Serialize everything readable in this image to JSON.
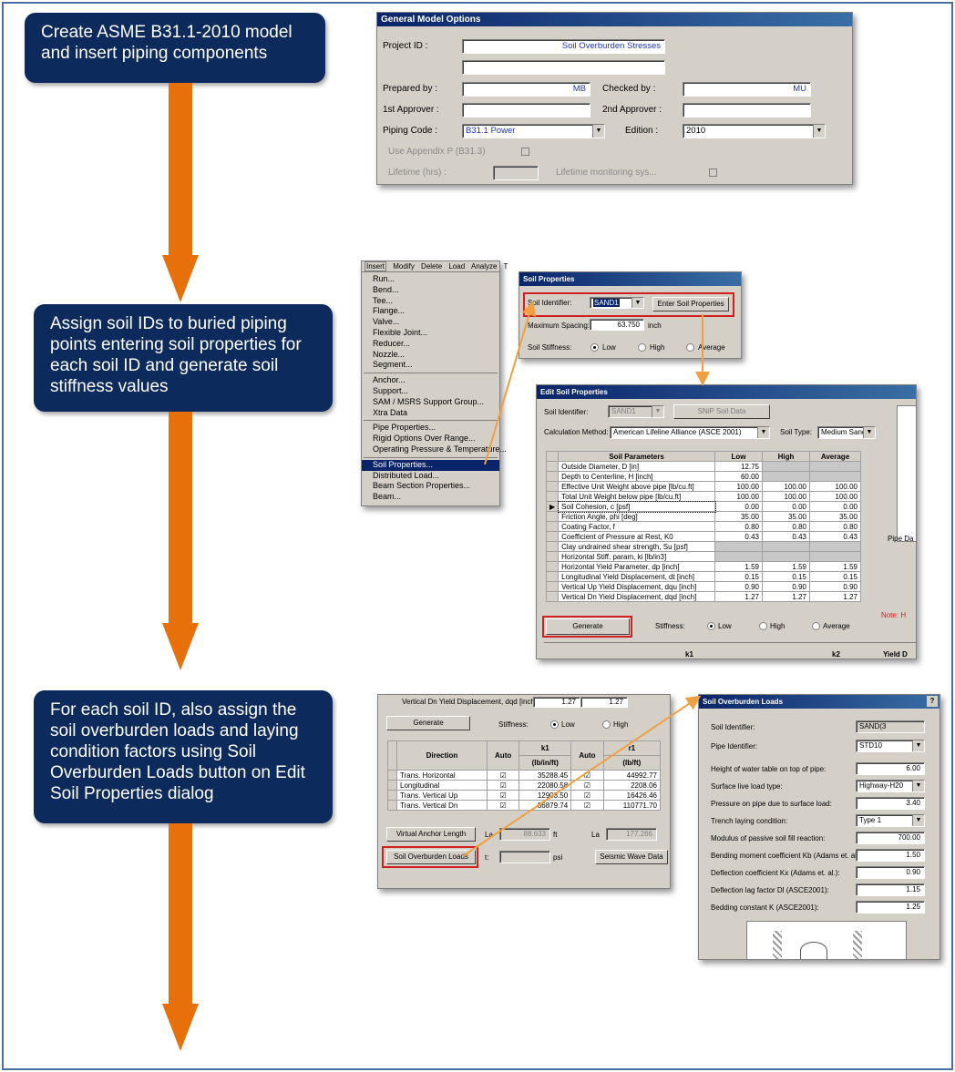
{
  "steps": [
    {
      "text": "Create ASME B31.1-2010  model and insert piping  components"
    },
    {
      "text": "Assign soil IDs to buried piping points entering soil properties for each soil ID and generate soil stiffness values"
    },
    {
      "text": "For each soil ID, also assign the soil overburden  loads and laying condition factors using Soil Overburden Loads button on Edit Soil Properties dialog"
    }
  ],
  "colors": {
    "step_bg": "#0d2a5c",
    "arrow": "#e8700a",
    "highlight": "#d02020"
  },
  "gmo": {
    "title": "General Model Options",
    "project_id_label": "Project ID   :",
    "project_id": "Soil Overburden Stresses",
    "prepared_label": "Prepared by  :",
    "prepared": "MB",
    "checked_label": "Checked by   :",
    "checked": "MU",
    "approver1_label": "1st Approver :",
    "approver2_label": "2nd Approver :",
    "code_label": "Piping Code  :",
    "code": "B31.1 Power",
    "edition_label": "Edition :",
    "edition": "2010",
    "appendix_label": "Use Appendix P (B31.3)",
    "lifetime_label": "Lifetime (hrs) :",
    "lifetime_mon_label": "Lifetime monitoring sys..."
  },
  "menu": {
    "bar": [
      "Insert",
      "Modify",
      "Delete",
      "Load",
      "Analyze",
      "T"
    ],
    "items": [
      "Run...",
      "Bend...",
      "Tee...",
      "Flange...",
      "Valve...",
      "Flexible Joint...",
      "Reducer...",
      "Nozzle...",
      "Segment...",
      "---",
      "Anchor...",
      "Support...",
      "SAM / MSRS Support Group...",
      "Xtra Data",
      "---",
      "Pipe Properties...",
      "Rigid Options Over Range...",
      "Operating Pressure & Temperature...",
      "---",
      "Soil Properties...",
      "Distributed Load...",
      "Beam Section Properties...",
      "Beam..."
    ],
    "selected": "Soil Properties..."
  },
  "soilprops": {
    "title": "Soil Properties",
    "soil_id_label": "Soil Identifier:",
    "soil_id": "SAND1",
    "enter_btn": "Enter Soil Properties",
    "spacing_label": "Maximum Spacing:",
    "spacing": "63.750",
    "spacing_unit": "inch",
    "stiff_label": "Soil Stiffness:",
    "low": "Low",
    "high": "High",
    "average": "Average"
  },
  "edit": {
    "title": "Edit Soil Properties",
    "soil_id_label": "Soil Identifier:",
    "soil_id": "SAND1",
    "snip_btn": "SNiP Soil Data",
    "calc_label": "Calculation Method:",
    "calc": "American Lifeline Alliance (ASCE 2001)",
    "soiltype_label": "Soil Type:",
    "soiltype": "Medium Sand",
    "headers": [
      "Soil Parameters",
      "Low",
      "High",
      "Average"
    ],
    "rows": [
      [
        "Outside Diameter, D  [in]",
        "12.75",
        "",
        ""
      ],
      [
        "Depth to Centerline, H  [inch]",
        "60.00",
        "",
        ""
      ],
      [
        "Effective Unit Weight above pipe  [lb/cu.ft]",
        "100.00",
        "100.00",
        "100.00"
      ],
      [
        "Total Unit Weight below pipe  [lb/cu.ft]",
        "100.00",
        "100.00",
        "100.00"
      ],
      [
        "Soil Cohesion, c  [psf]",
        "0.00",
        "0.00",
        "0.00"
      ],
      [
        "Friction Angle, phi  [deg]",
        "35.00",
        "35.00",
        "35.00"
      ],
      [
        "Coating Factor, f",
        "0.80",
        "0.80",
        "0.80"
      ],
      [
        "Coefficient of Pressure at Rest, K0",
        "0.43",
        "0.43",
        "0.43"
      ],
      [
        "Clay undrained shear strength, Su  [psf]",
        "",
        "",
        ""
      ],
      [
        "Horizontal Stiff. param, ki  [lb/in3]",
        "",
        "",
        ""
      ],
      [
        "Horizontal Yield Parameter, dp  [inch]",
        "1.59",
        "1.59",
        "1.59"
      ],
      [
        "Longitudinal Yield Displacement, dt [inch]",
        "0.15",
        "0.15",
        "0.15"
      ],
      [
        "Vertical Up Yield Displacement, dqu [inch]",
        "0.90",
        "0.90",
        "0.90"
      ],
      [
        "Vertical Dn Yield Displacement, dqd [inch]",
        "1.27",
        "1.27",
        "1.27"
      ]
    ],
    "generate_btn": "Generate",
    "stiff_label": "Stiffness:",
    "low": "Low",
    "high": "High",
    "average": "Average",
    "pipe_label": "Pipe Da",
    "note": "Note: H",
    "bottom_headers": [
      "k1",
      "k2",
      "Yield D"
    ]
  },
  "lower": {
    "top_row_label": "Vertical Dn Yield Displacement, dqd [inch]",
    "top_row_low": "1.27",
    "top_row_high": "1.27",
    "generate_btn": "Generate",
    "stiff_label": "Stiffness:",
    "low": "Low",
    "high": "High",
    "headers": [
      "Direction",
      "Auto",
      "k1",
      "Auto",
      "r1"
    ],
    "subheaders": [
      "(lb/in/ft)",
      "(lb/ft)"
    ],
    "rows": [
      [
        "Trans. Horizontal",
        "35288.45",
        "44992.77"
      ],
      [
        "Longitudinal",
        "22080.58",
        "2208.06"
      ],
      [
        "Trans. Vertical Up",
        "12903.50",
        "16426.46"
      ],
      [
        "Trans. Vertical Dn",
        "86879.74",
        "110771.70"
      ]
    ],
    "anchor_btn": "Virtual Anchor Length",
    "la_label": "La",
    "la_value": "88.633",
    "la_unit": "ft",
    "la2_label": "La",
    "la2_value": "177.266",
    "overburden_btn": "Soil Overburden Loads",
    "t_label": "t:",
    "psi": "psi",
    "seismic_btn": "Seismic Wave Data"
  },
  "overburden": {
    "title": "Soil Overburden Loads",
    "soil_id_label": "Soil Identifier:",
    "soil_id": "SAND(3",
    "pipe_id_label": "Pipe Identifier:",
    "pipe_id": "STD10",
    "rows": [
      [
        "Height of water table on top of pipe:",
        "6.00"
      ],
      [
        "Surface live load type:",
        "Highway-H20"
      ],
      [
        "Pressure on pipe due to surface load:",
        "3.40"
      ],
      [
        "Trench laying condition:",
        "Type 1"
      ],
      [
        "Modulus of passive soil fill reaction:",
        "700.00"
      ],
      [
        "Bending moment coefficient Kb (Adams et. al.):",
        "1.50"
      ],
      [
        "Deflection coefficient Kx (Adams et. al.):",
        "0.90"
      ],
      [
        "Deflection lag factor Dl (ASCE2001):",
        "1.15"
      ],
      [
        "Bedding constant K (ASCE2001):",
        "1.25"
      ]
    ],
    "help": "?"
  }
}
